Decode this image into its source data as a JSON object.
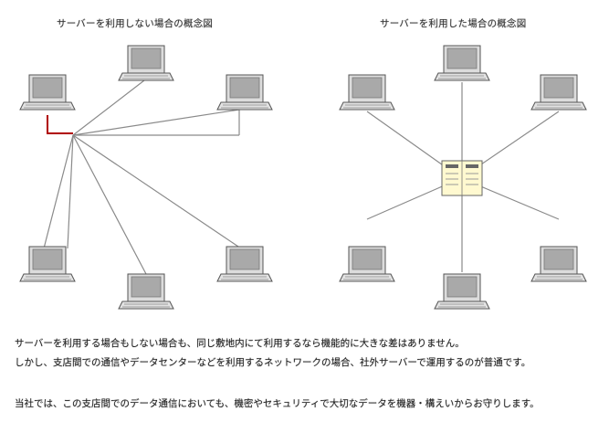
{
  "diagram_left": {
    "title": "サーバーを利用しない場合の概念図"
  },
  "diagram_right": {
    "title": "サーバーを利用した場合の概念図"
  },
  "colors": {
    "laptop_body": "#d8d8d8",
    "laptop_screen": "#a8a8a8",
    "line": "#8a8a8a",
    "uplink": "#b00000",
    "server_fill": "#fff9d0"
  },
  "icons": [
    "laptop-icon",
    "server-icon"
  ],
  "text": {
    "line1": "サーバーを利用する場合もしない場合も、同じ敷地内にて利用するなら機能的に大きな差はありません。",
    "line2": "しかし、支店間での通信やデータセンターなどを利用するネットワークの場合、社外サーバーで運用するのが普通です。",
    "line3": "当社では、この支店間でのデータ通信においても、機密やセキュリティで大切なデータを機器・構えいからお守りします。"
  }
}
